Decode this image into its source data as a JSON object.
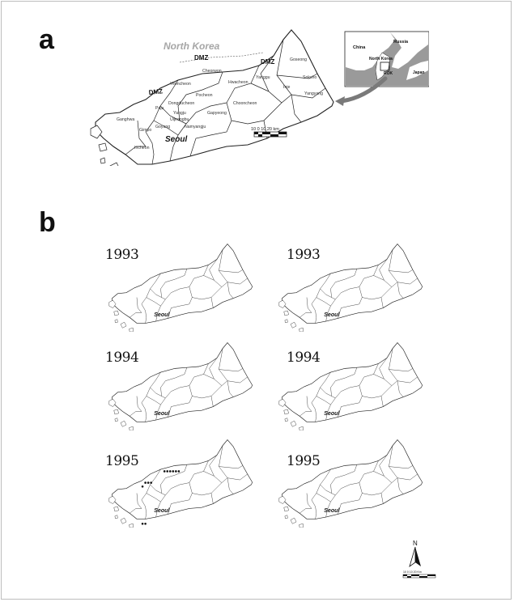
{
  "panels": {
    "a_label": "a",
    "b_label": "b"
  },
  "main_map": {
    "country_label": "North Korea",
    "dmz_labels": [
      "DMZ",
      "DMZ",
      "DMZ"
    ],
    "city_label": "Seoul",
    "regions": [
      "Goseong",
      "Sokcho",
      "Yangyang",
      "Inje",
      "Yanggu",
      "Hwacheon",
      "Cheorwon",
      "Yeoncheon",
      "Pocheon",
      "Chooncheon",
      "Gapyeong",
      "Paju",
      "Dongducheon",
      "Yangju",
      "Uijeongbu",
      "Goyang",
      "Namyangju",
      "Ganghwa",
      "Gimpo",
      "Incheon"
    ]
  },
  "scale_bar": {
    "label": "10   0    10    20 km"
  },
  "inset": {
    "labels": [
      "China",
      "Russia",
      "North Korea",
      "ROK",
      "Japan"
    ]
  },
  "years": {
    "row1": "1993",
    "row2": "1994",
    "row3": "1995"
  },
  "mini_maps": {
    "city_label": "Seoul"
  },
  "north_arrow": {
    "label": "N",
    "scale_label": "10  0   10  20 Km"
  },
  "colors": {
    "land": "#ffffff",
    "outline": "#222222",
    "inset_sea": "#9a9a9a",
    "country_label": "#a6a6a6"
  }
}
